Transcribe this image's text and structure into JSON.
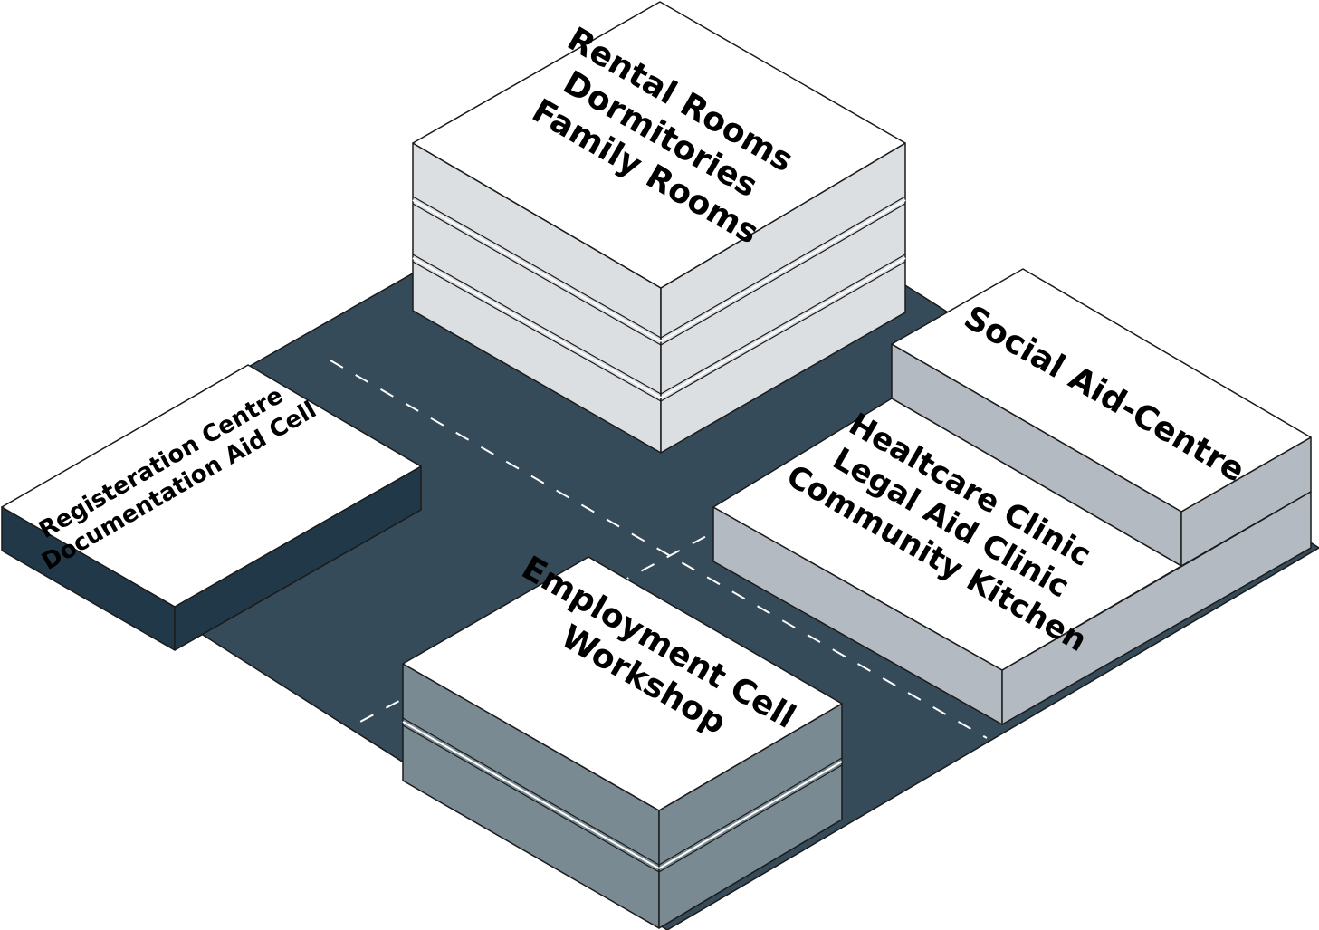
{
  "colors": {
    "ground": "#354b5a",
    "ground_edge": "#233644",
    "roof": "#ffffff",
    "residential_wall": "#dcdfe2",
    "aid_wall": "#b4bac1",
    "employment_wall": "#7a8a93",
    "registration_wall": "#213848",
    "road_marking": "#ffffff"
  },
  "blocks": {
    "residential": {
      "lines": [
        "Rental Rooms",
        "Dormitories",
        "Family Rooms"
      ]
    },
    "registration": {
      "lines": [
        "Registeration Centre",
        "Documentation Aid Cell"
      ]
    },
    "social_aid": {
      "lines": [
        "Social Aid-Centre"
      ]
    },
    "aid_services": {
      "lines": [
        "Healtcare Clinic",
        "Legal Aid Clinic",
        "Community Kitchen"
      ]
    },
    "employment": {
      "lines": [
        "Employment Cell",
        "Workshop"
      ]
    }
  }
}
